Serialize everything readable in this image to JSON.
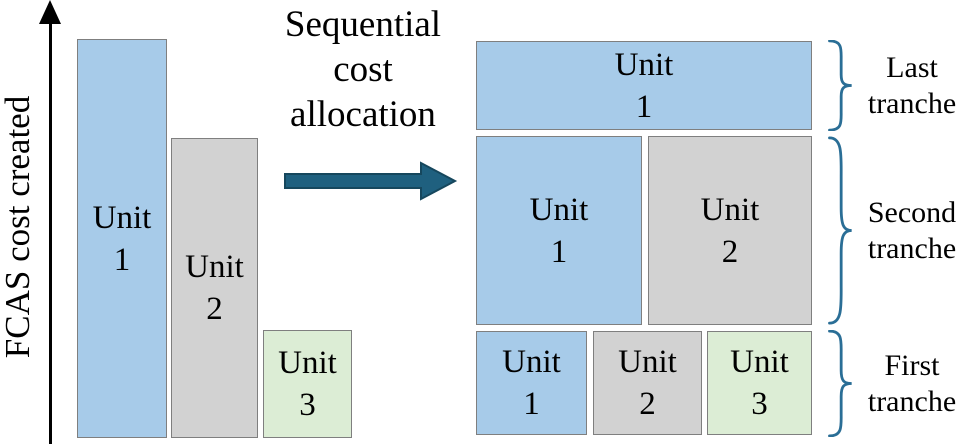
{
  "figure": {
    "y_axis": {
      "label": "FCAS cost created"
    },
    "transform_label": {
      "line1": "Sequential",
      "line2": "cost",
      "line3": "allocation"
    },
    "left_chart": {
      "bars": [
        {
          "name": "Unit 1",
          "word": "Unit",
          "number": "1"
        },
        {
          "name": "Unit 2",
          "word": "Unit",
          "number": "2"
        },
        {
          "name": "Unit 3",
          "word": "Unit",
          "number": "3"
        }
      ]
    },
    "right_chart": {
      "tranches": [
        {
          "label_line1": "Last",
          "label_line2": "tranche",
          "boxes": [
            {
              "word": "Unit",
              "number": "1"
            }
          ]
        },
        {
          "label_line1": "Second",
          "label_line2": "tranche",
          "boxes": [
            {
              "word": "Unit",
              "number": "1"
            },
            {
              "word": "Unit",
              "number": "2"
            }
          ]
        },
        {
          "label_line1": "First",
          "label_line2": "tranche",
          "boxes": [
            {
              "word": "Unit",
              "number": "1"
            },
            {
              "word": "Unit",
              "number": "2"
            },
            {
              "word": "Unit",
              "number": "3"
            }
          ]
        }
      ]
    },
    "colors": {
      "unit1_fill": "#a7cbe9",
      "unit2_fill": "#d2d2d2",
      "unit3_fill": "#dcedd5",
      "box_border": "#7f7f7f",
      "arrow_fill": "#1f607f",
      "arrow_stroke": "#16475d",
      "brace_stroke": "#2a6e96",
      "text_color": "#000000"
    }
  }
}
